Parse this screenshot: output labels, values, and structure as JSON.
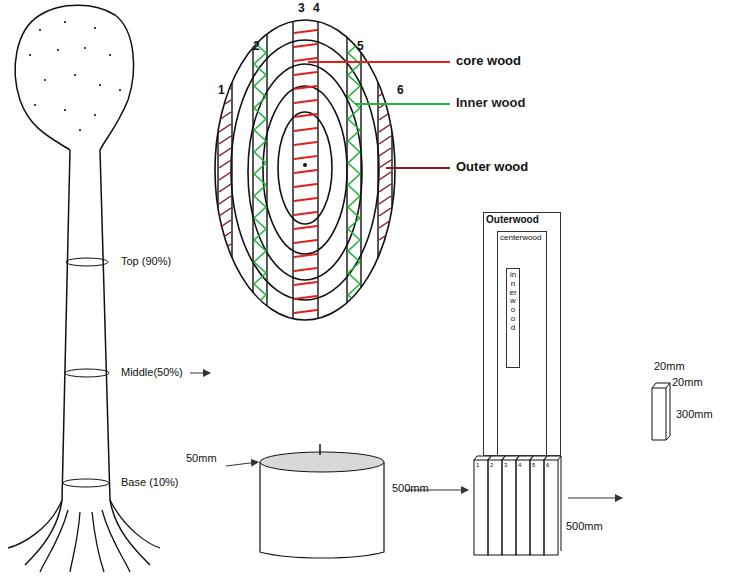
{
  "diagram": {
    "nodes": [
      {
        "text": [
          "Outerwood"
        ]
      },
      {
        "text": [
          "centerwood"
        ],
        "in": 0
      },
      {
        "text": [
          "innerwood"
        ],
        "in": 1
      }
    ],
    "labels": [
      "Top (90%)",
      "Middle(50%)",
      "Base (10%)",
      "1",
      "2",
      "3",
      "4",
      "5",
      "6",
      "core wood",
      "Inner wood",
      "Outer wood",
      "50mm",
      "500mm",
      "1",
      "2",
      "3",
      "4",
      "5",
      "6",
      "500mm",
      "20mm",
      "20mm",
      "300mm"
    ]
  }
}
